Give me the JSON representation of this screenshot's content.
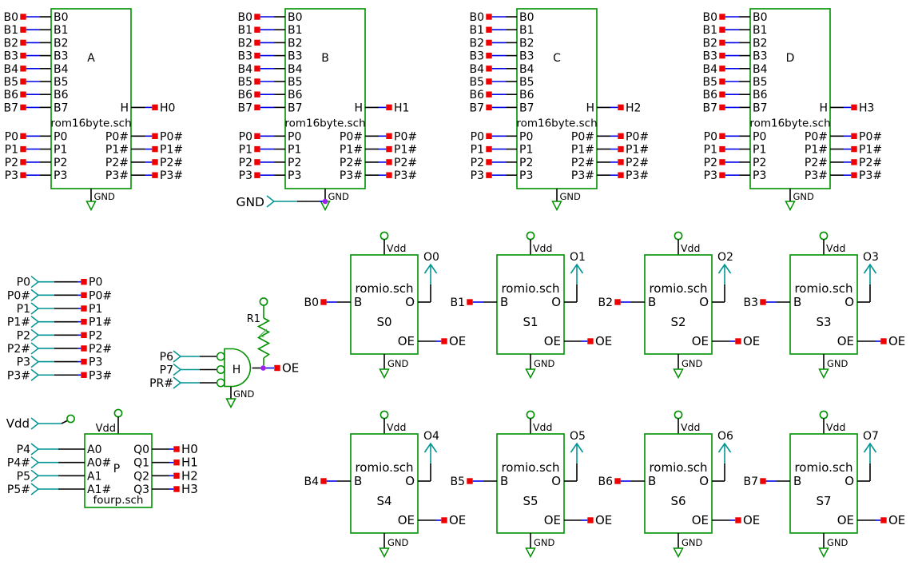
{
  "app": {
    "type": "circuit-schematic"
  },
  "colors": {
    "background": "#ffffff",
    "symbol_green": "#009100",
    "wire_black": "#000000",
    "wire_blue": "#0000e8",
    "wire_teal": "#009494",
    "terminal_red": "#ee0000",
    "junction_purple": "#a020f0",
    "text": "#000000"
  },
  "icons": {
    "vdd": "open-circle",
    "gnd": "open-triangle-down",
    "input_pin": "teal-chevron-right",
    "output_pin": "teal-arrow-up",
    "net_terminal": "red-square",
    "junction": "purple-dot"
  },
  "rom_blocks": [
    {
      "letter": "A",
      "sheet": "rom16byte.sch",
      "b_pins": [
        "B0",
        "B1",
        "B2",
        "B3",
        "B4",
        "B5",
        "B6",
        "B7"
      ],
      "p_pins": [
        "P0",
        "P1",
        "P2",
        "P3"
      ],
      "pn_pins": [
        "P0#",
        "P1#",
        "P2#",
        "P3#"
      ],
      "h_pin": "H",
      "h_net": "H0",
      "gnd": "GND"
    },
    {
      "letter": "B",
      "sheet": "rom16byte.sch",
      "b_pins": [
        "B0",
        "B1",
        "B2",
        "B3",
        "B4",
        "B5",
        "B6",
        "B7"
      ],
      "p_pins": [
        "P0",
        "P1",
        "P2",
        "P3"
      ],
      "pn_pins": [
        "P0#",
        "P1#",
        "P2#",
        "P3#"
      ],
      "h_pin": "H",
      "h_net": "H1",
      "gnd": "GND",
      "gnd_input_label": "GND"
    },
    {
      "letter": "C",
      "sheet": "rom16byte.sch",
      "b_pins": [
        "B0",
        "B1",
        "B2",
        "B3",
        "B4",
        "B5",
        "B6",
        "B7"
      ],
      "p_pins": [
        "P0",
        "P1",
        "P2",
        "P3"
      ],
      "pn_pins": [
        "P0#",
        "P1#",
        "P2#",
        "P3#"
      ],
      "h_pin": "H",
      "h_net": "H2",
      "gnd": "GND"
    },
    {
      "letter": "D",
      "sheet": "rom16byte.sch",
      "b_pins": [
        "B0",
        "B1",
        "B2",
        "B3",
        "B4",
        "B5",
        "B6",
        "B7"
      ],
      "p_pins": [
        "P0",
        "P1",
        "P2",
        "P3"
      ],
      "pn_pins": [
        "P0#",
        "P1#",
        "P2#",
        "P3#"
      ],
      "h_pin": "H",
      "h_net": "H3",
      "gnd": "GND"
    }
  ],
  "bus_pins": [
    "P0",
    "P0#",
    "P1",
    "P1#",
    "P2",
    "P2#",
    "P3",
    "P3#"
  ],
  "gate": {
    "label": "H",
    "inputs": [
      "P6",
      "P7",
      "PR#"
    ],
    "output_net": "OE",
    "gnd": "GND"
  },
  "resistor": {
    "ref": "R1"
  },
  "vdd_input": {
    "label": "Vdd"
  },
  "p_block": {
    "letter": "P",
    "sheet": "fourp.sch",
    "vdd": "Vdd",
    "in_ext": [
      "P4",
      "P4#",
      "P5",
      "P5#"
    ],
    "in_pins": [
      "A0",
      "A0#",
      "A1",
      "A1#"
    ],
    "out_pins": [
      "Q0",
      "Q1",
      "Q2",
      "Q3"
    ],
    "out_nets": [
      "H0",
      "H1",
      "H2",
      "H3"
    ]
  },
  "s_blocks": [
    {
      "name": "S0",
      "sheet": "romio.sch",
      "vdd": "Vdd",
      "gnd": "GND",
      "b_net": "B0",
      "b_pin": "B",
      "o_pin": "O",
      "o_net": "O0",
      "oe_pin": "OE",
      "oe_net": "OE"
    },
    {
      "name": "S1",
      "sheet": "romio.sch",
      "vdd": "Vdd",
      "gnd": "GND",
      "b_net": "B1",
      "b_pin": "B",
      "o_pin": "O",
      "o_net": "O1",
      "oe_pin": "OE",
      "oe_net": "OE"
    },
    {
      "name": "S2",
      "sheet": "romio.sch",
      "vdd": "Vdd",
      "gnd": "GND",
      "b_net": "B2",
      "b_pin": "B",
      "o_pin": "O",
      "o_net": "O2",
      "oe_pin": "OE",
      "oe_net": "OE"
    },
    {
      "name": "S3",
      "sheet": "romio.sch",
      "vdd": "Vdd",
      "gnd": "GND",
      "b_net": "B3",
      "b_pin": "B",
      "o_pin": "O",
      "o_net": "O3",
      "oe_pin": "OE",
      "oe_net": "OE"
    },
    {
      "name": "S4",
      "sheet": "romio.sch",
      "vdd": "Vdd",
      "gnd": "GND",
      "b_net": "B4",
      "b_pin": "B",
      "o_pin": "O",
      "o_net": "O4",
      "oe_pin": "OE",
      "oe_net": "OE"
    },
    {
      "name": "S5",
      "sheet": "romio.sch",
      "vdd": "Vdd",
      "gnd": "GND",
      "b_net": "B5",
      "b_pin": "B",
      "o_pin": "O",
      "o_net": "O5",
      "oe_pin": "OE",
      "oe_net": "OE"
    },
    {
      "name": "S6",
      "sheet": "romio.sch",
      "vdd": "Vdd",
      "gnd": "GND",
      "b_net": "B6",
      "b_pin": "B",
      "o_pin": "O",
      "o_net": "O6",
      "oe_pin": "OE",
      "oe_net": "OE"
    },
    {
      "name": "S7",
      "sheet": "romio.sch",
      "vdd": "Vdd",
      "gnd": "GND",
      "b_net": "B7",
      "b_pin": "B",
      "o_pin": "O",
      "o_net": "O7",
      "oe_pin": "OE",
      "oe_net": "OE"
    }
  ]
}
